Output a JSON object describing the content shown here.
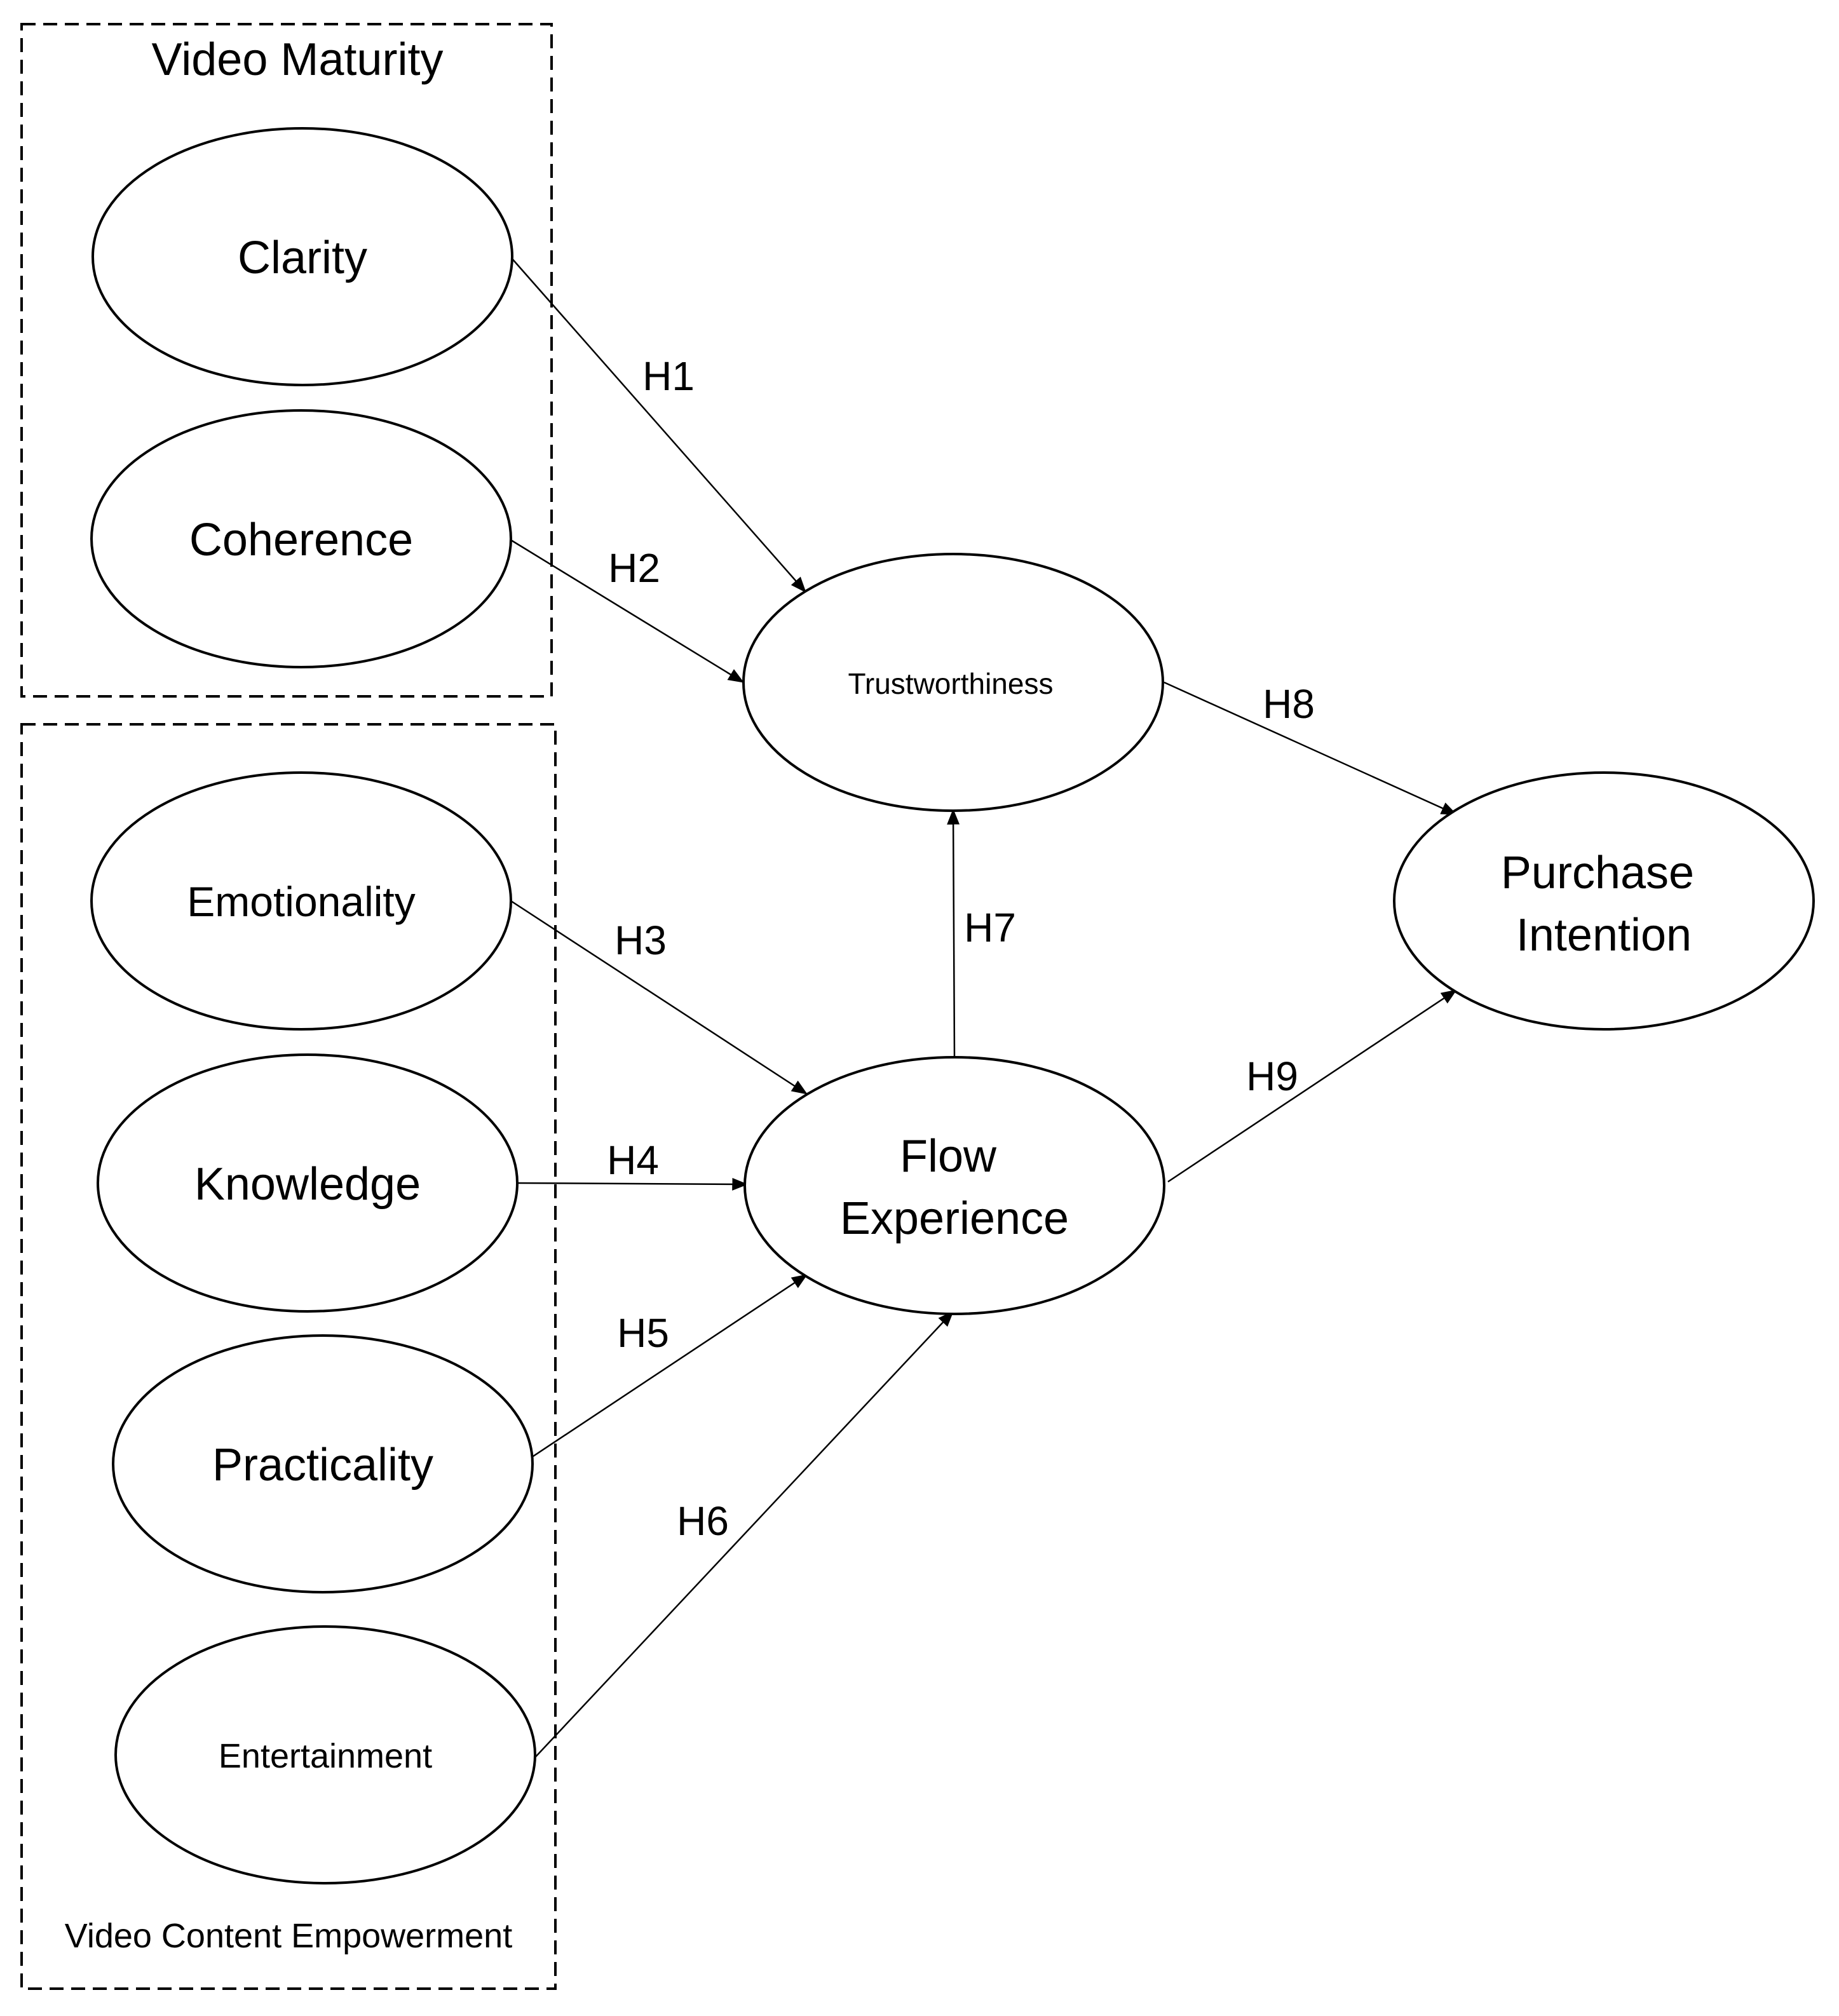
{
  "groups": {
    "video_maturity": {
      "title": "Video Maturity"
    },
    "video_content_empowerment": {
      "title": "Video Content Empowerment"
    }
  },
  "nodes": {
    "clarity": "Clarity",
    "coherence": "Coherence",
    "emotionality": "Emotionality",
    "knowledge": "Knowledge",
    "practicality": "Practicality",
    "entertainment": "Entertainment",
    "trustworthiness": "Trustworthiness",
    "flow_experience": [
      "Flow",
      "Experience"
    ],
    "purchase_intention": [
      "Purchase",
      "Intention"
    ]
  },
  "edges": {
    "h1": "H1",
    "h2": "H2",
    "h3": "H3",
    "h4": "H4",
    "h5": "H5",
    "h6": "H6",
    "h7": "H7",
    "h8": "H8",
    "h9": "H9"
  }
}
